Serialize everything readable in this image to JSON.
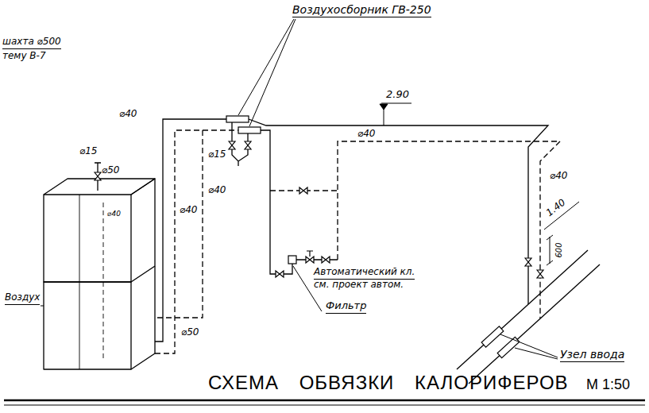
{
  "diagram": {
    "title": "СХЕМА ОБВЯЗКИ КАЛОРИФЕРОВ",
    "labels": [
      "Воздухосборник ГВ-250",
      "шахта ⌀500",
      "тему В-7",
      "2.90",
      "⌀40",
      "⌀15",
      "⌀40",
      "⌀40",
      "⌀15",
      "⌀50",
      "⌀40",
      "⌀40",
      "Автоматический кл.",
      "см. проект автом.",
      "Фильтр",
      "⌀40",
      "1.40",
      "600",
      "Воздух",
      "⌀50",
      "Узел ввода",
      "М 1:50"
    ]
  }
}
